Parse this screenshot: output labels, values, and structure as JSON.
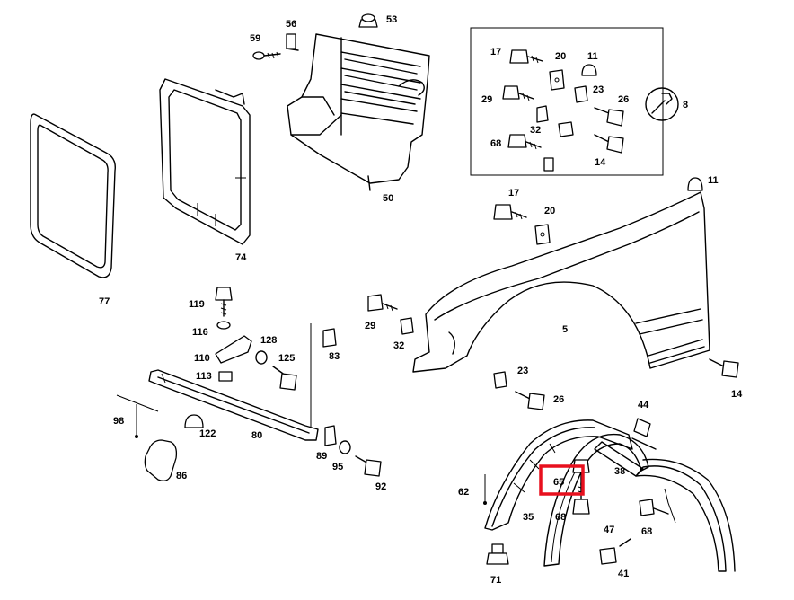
{
  "callouts": {
    "p53": "53",
    "p56": "56",
    "p59": "59",
    "p50": "50",
    "p74": "74",
    "p77": "77",
    "p17a": "17",
    "p20a": "20",
    "p11a": "11",
    "p29a": "29",
    "p23a": "23",
    "p26a": "26",
    "p8": "8",
    "p32a": "32",
    "p68a": "68",
    "p14a": "14",
    "p17b": "17",
    "p20b": "20",
    "p11b": "11",
    "p5": "5",
    "p29b": "29",
    "p32b": "32",
    "p14b": "14",
    "p23b": "23",
    "p26b": "26",
    "p119": "119",
    "p116": "116",
    "p110": "110",
    "p128": "128",
    "p125": "125",
    "p83": "83",
    "p113": "113",
    "p98": "98",
    "p122": "122",
    "p80": "80",
    "p86": "86",
    "p89": "89",
    "p95": "95",
    "p92": "92",
    "p44": "44",
    "p38": "38",
    "p65": "65",
    "p62": "62",
    "p35": "35",
    "p68b": "68",
    "p47": "47",
    "p68c": "68",
    "p71": "71",
    "p41": "41"
  },
  "highlight": {
    "part": "65",
    "color": "#e8101e"
  }
}
